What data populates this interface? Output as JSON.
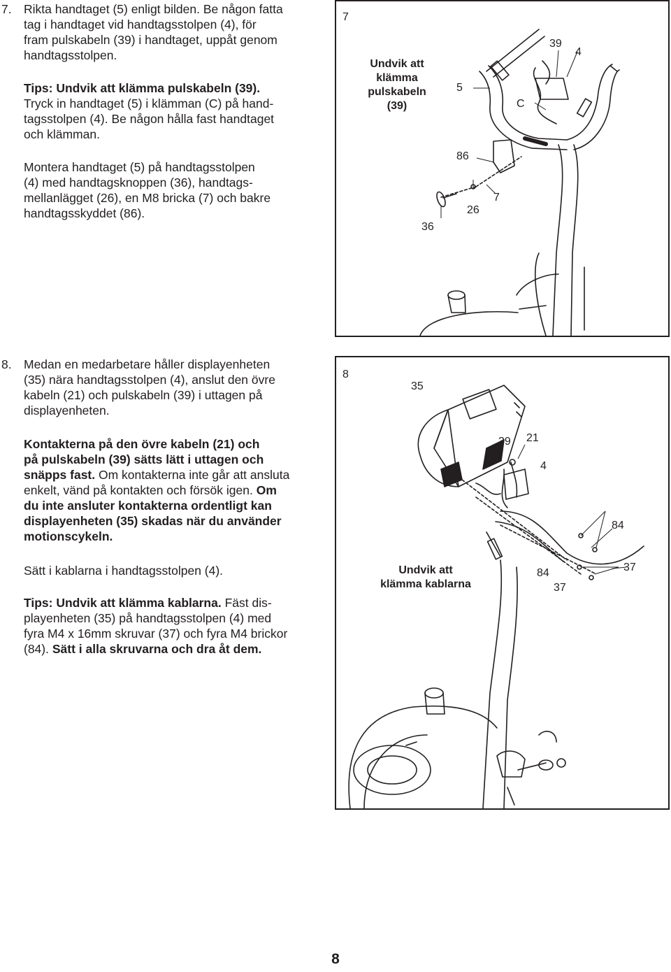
{
  "page_number": "8",
  "step7": {
    "number": "7.",
    "lines": [
      "Rikta handtaget (5) enligt bilden. Be någon fatta",
      "tag i handtaget vid handtagsstolpen (4), för",
      "fram pulskabeln (39) i handtaget, uppåt genom",
      "handtagsstolpen."
    ],
    "tips_lines": [
      "Tips: Undvik att klämma pulskabeln (39).",
      "Tryck in handtaget (5) i klämman (C) på hand-",
      "tagsstolpen (4). Be någon hålla fast handtaget",
      "och klämman."
    ],
    "mount_lines": [
      "Montera handtaget (5) på handtagsstolpen",
      "(4) med handtagsknoppen (36), handtags-",
      "mellanlägget (26), en M8 bricka (7) och bakre",
      "handtagsskyddet (86)."
    ],
    "figure": {
      "number": "7",
      "warning_lines": [
        "Undvik att",
        "klämma",
        "pulskabeln",
        "(39)"
      ],
      "labels": {
        "l39": "39",
        "l4": "4",
        "l5": "5",
        "lC": "C",
        "l86": "86",
        "l7": "7",
        "l26": "26",
        "l36": "36"
      }
    }
  },
  "step8": {
    "number": "8.",
    "lines": [
      "Medan en medarbetare håller displayenheten",
      "(35) nära handtagsstolpen (4), anslut den övre",
      "kabeln (21) och pulskabeln (39) i uttagen på",
      "displayenheten."
    ],
    "connect_bold_lines": [
      "Kontakterna på den övre kabeln (21) och",
      "på pulskabeln (39) sätts lätt i uttagen och",
      "snäpps fast."
    ],
    "connect_normal": " Om kontakterna inte går att ansluta",
    "connect_line5_normal": "enkelt, vänd på kontakten och försök igen.",
    "connect_line5_bold": " Om",
    "connect_bold_tail": [
      "du inte ansluter kontakterna ordentligt kan",
      "displayenheten (35) skadas när du använder",
      "motionscykeln."
    ],
    "insert_line": "Sätt i kablarna i handtagsstolpen (4).",
    "tips_bold": "Tips: Undvik att klämma kablarna.",
    "tips_line1_normal": " Fäst dis-",
    "tips_lines": [
      "playenheten (35) på handtagsstolpen (4) med",
      "fyra M4 x 16mm skruvar (37) och fyra M4 brickor"
    ],
    "tips_last_normal": "(84). ",
    "tips_last_bold": "Sätt i alla skruvarna och dra åt dem.",
    "figure": {
      "number": "8",
      "warning_lines": [
        "Undvik att",
        "klämma kablarna"
      ],
      "labels": {
        "l35": "35",
        "l39": "39",
        "l21": "21",
        "l4": "4",
        "l84a": "84",
        "l84b": "84",
        "l37a": "37",
        "l37b": "37"
      }
    }
  }
}
